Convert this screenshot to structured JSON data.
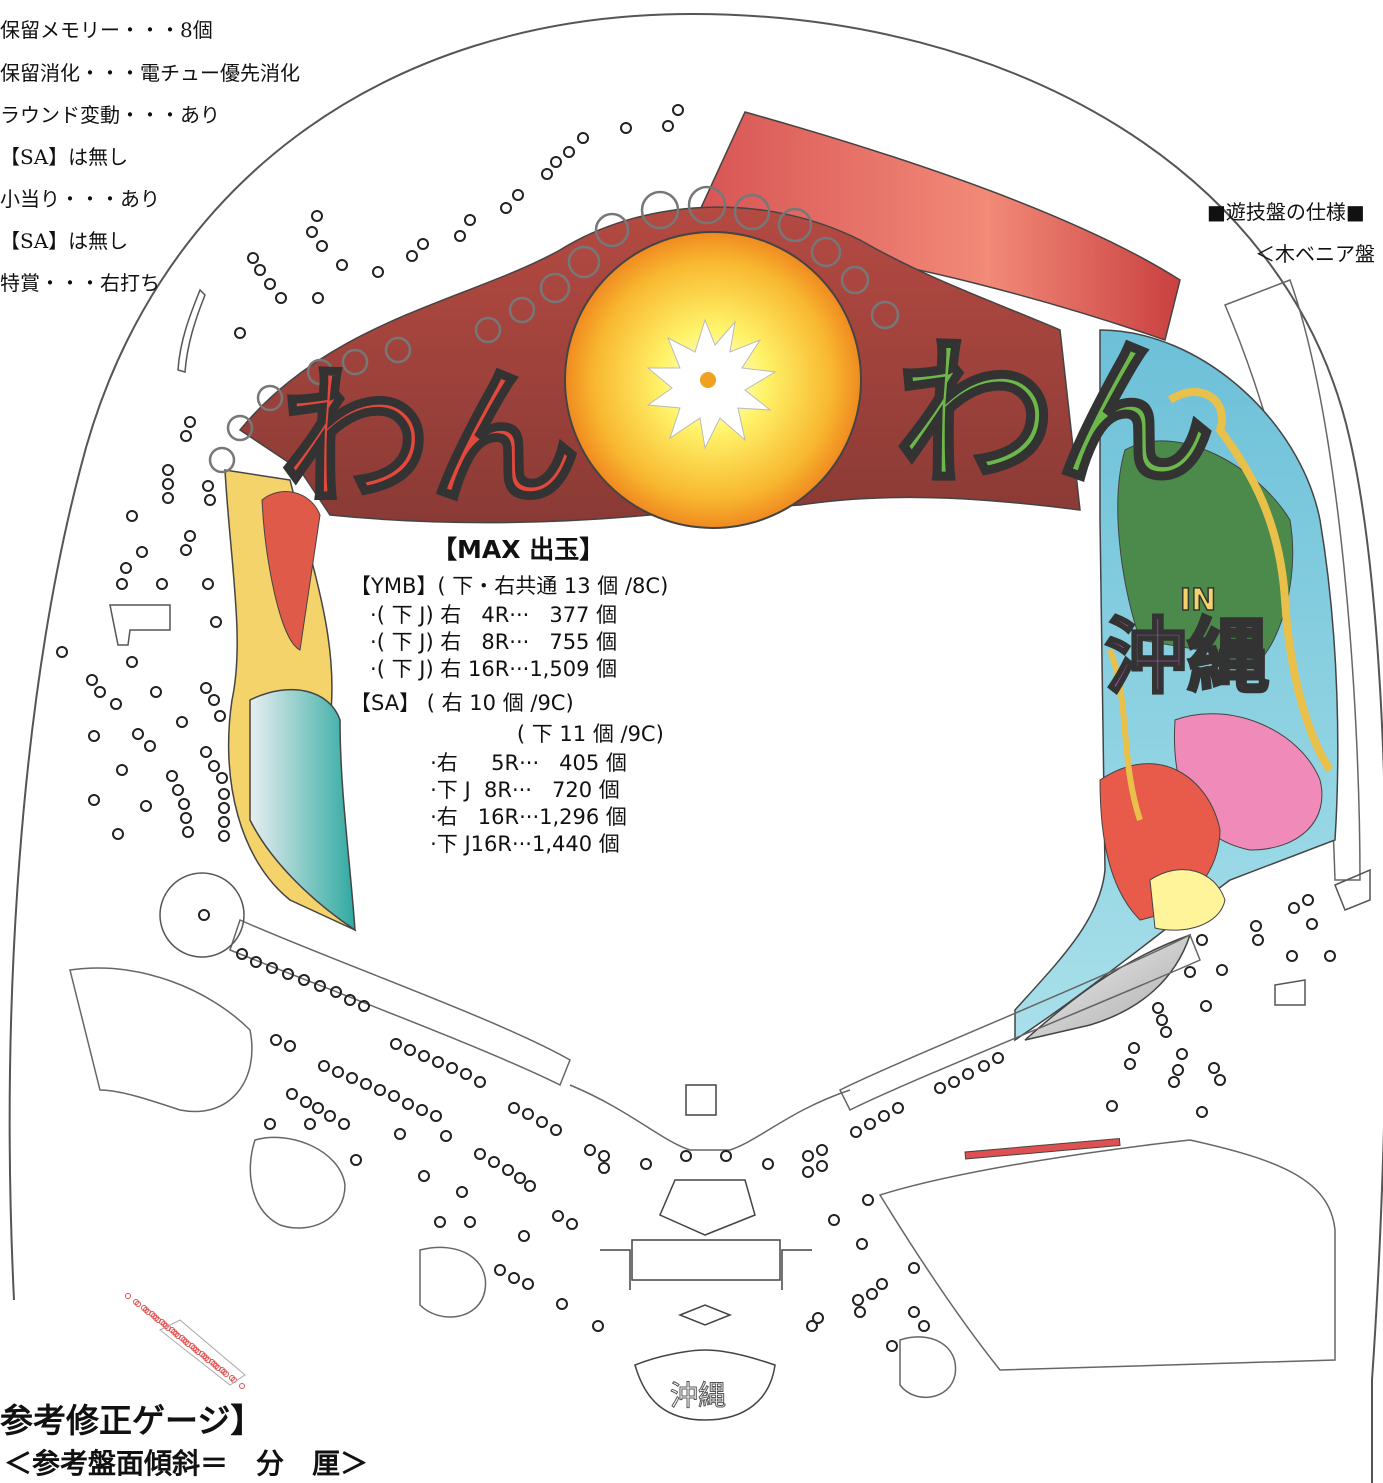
{
  "specs": [
    "保留メモリー・・・8個",
    "保留消化・・・電チュー優先消化",
    "ラウンド変動・・・あり",
    "【SA】は無し",
    "小当り・・・あり",
    "【SA】は無し",
    "特賞・・・右打ち"
  ],
  "right_panel": {
    "title": "■遊技盤の仕様■",
    "subtitle": "＜木ベニア盤"
  },
  "logo": {
    "text_left": "わん",
    "text_right": "わん",
    "in_text": "IN",
    "okinawa": "沖縄"
  },
  "max_payout": {
    "title": "【MAX 出玉】",
    "lines": [
      "【YMB】( 下・右共通 13 個 /8C)",
      "   ·( 下 J) 右   4R···   377 個",
      "   ·( 下 J) 右   8R···   755 個",
      "   ·( 下 J) 右 16R···1,509 個",
      "【SA】 ( 右 10 個 /9C)",
      "                         ( 下 11 個 /9C)",
      "            ·右     5R···   405 個",
      "            ·下 J  8R···   720 個",
      "            ·右   16R···1,296 個",
      "            ·下 J16R···1,440 個"
    ]
  },
  "gauge": {
    "title": "参考修正ゲージ】",
    "subtitle": "＜参考盤面傾斜＝　分　厘＞"
  },
  "colors": {
    "outline": "#444444",
    "frame_red": "#d65a5a",
    "sun_yellow": "#f7c63a",
    "logo_red": "#e2483c",
    "logo_blue": "#3f8fd6",
    "logo_green": "#6db84a",
    "logo_magenta": "#c23fb8",
    "ocean_teal": "#3fb6b0",
    "gold": "#e8c04a",
    "accent_bar": "#e05050"
  }
}
